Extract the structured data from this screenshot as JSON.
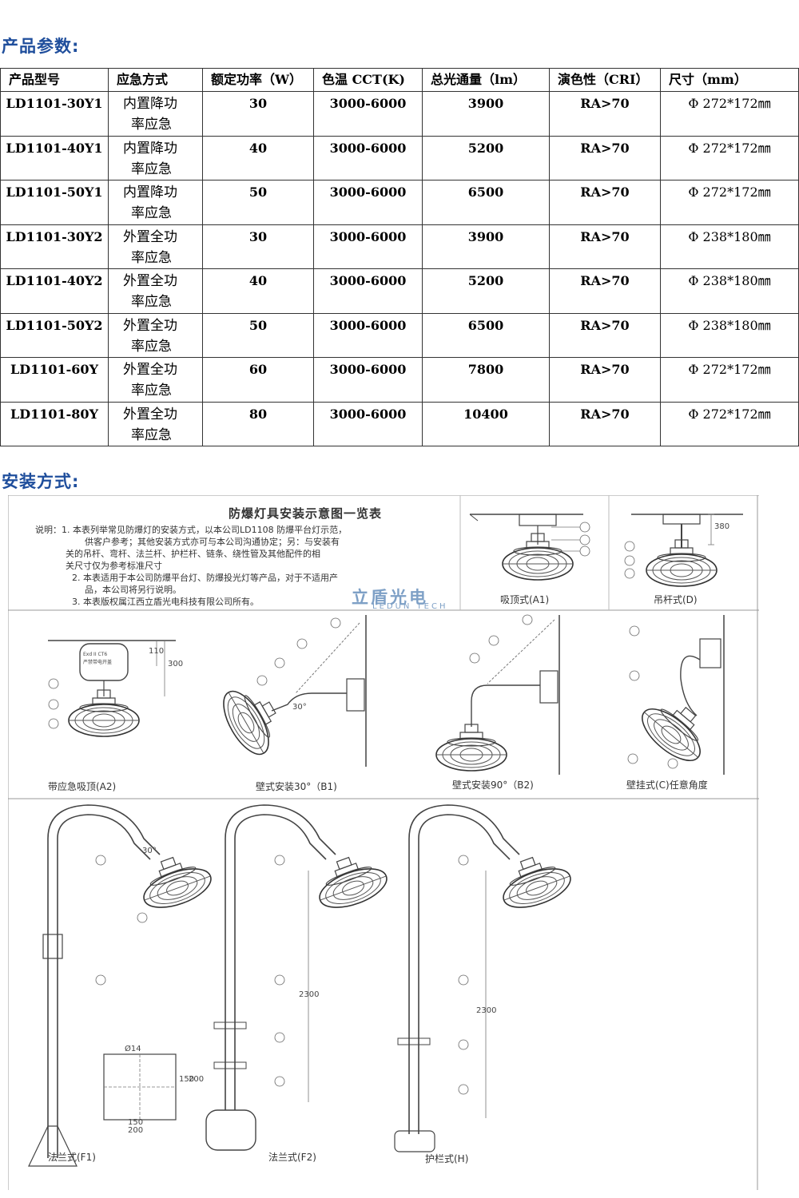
{
  "sections": {
    "params_title": "产品参数:",
    "install_title": "安装方式:"
  },
  "table": {
    "headers": [
      "产品型号",
      "应急方式",
      "额定功率（W）",
      "色温 CCT(K)",
      "总光通量（lm）",
      "演色性（CRI）",
      "尺寸（mm）"
    ],
    "rows": [
      {
        "model": "LD1101-30Y1",
        "mode1": "内置降功",
        "mode2": "率应急",
        "power": "30",
        "cct": "3000-6000",
        "lumen": "3900",
        "cri": "RA>70",
        "dim": "Φ 272*172㎜"
      },
      {
        "model": "LD1101-40Y1",
        "mode1": "内置降功",
        "mode2": "率应急",
        "power": "40",
        "cct": "3000-6000",
        "lumen": "5200",
        "cri": "RA>70",
        "dim": "Φ 272*172㎜"
      },
      {
        "model": "LD1101-50Y1",
        "mode1": "内置降功",
        "mode2": "率应急",
        "power": "50",
        "cct": "3000-6000",
        "lumen": "6500",
        "cri": "RA>70",
        "dim": "Φ 272*172㎜"
      },
      {
        "model": "LD1101-30Y2",
        "mode1": "外置全功",
        "mode2": "率应急",
        "power": "30",
        "cct": "3000-6000",
        "lumen": "3900",
        "cri": "RA>70",
        "dim": "Φ 238*180㎜"
      },
      {
        "model": "LD1101-40Y2",
        "mode1": "外置全功",
        "mode2": "率应急",
        "power": "40",
        "cct": "3000-6000",
        "lumen": "5200",
        "cri": "RA>70",
        "dim": "Φ 238*180㎜"
      },
      {
        "model": "LD1101-50Y2",
        "mode1": "外置全功",
        "mode2": "率应急",
        "power": "50",
        "cct": "3000-6000",
        "lumen": "6500",
        "cri": "RA>70",
        "dim": "Φ 238*180㎜"
      },
      {
        "model": "LD1101-60Y",
        "mode1": "外置全功",
        "mode2": "率应急",
        "power": "60",
        "cct": "3000-6000",
        "lumen": "7800",
        "cri": "RA>70",
        "dim": "Φ 272*172㎜"
      },
      {
        "model": "LD1101-80Y",
        "mode1": "外置全功",
        "mode2": "率应急",
        "power": "80",
        "cct": "3000-6000",
        "lumen": "10400",
        "cri": "RA>70",
        "dim": "Φ 272*172㎜"
      }
    ]
  },
  "diagram": {
    "title": "防爆灯具安装示意图一览表",
    "notes": [
      "说明：1. 本表列举常见防爆灯的安装方式，以本公司LD1108 防爆平台灯示范，",
      "供客户参考；其他安装方式亦可与本公司沟通协定；另：与安装有",
      "关的吊杆、弯杆、法兰杆、护栏杆、链条、绕性管及其他配件的相",
      "关尺寸仅为参考标准尺寸",
      "2. 本表适用于本公司防爆平台灯、防爆投光灯等产品，对于不适用产",
      "品，本公司将另行说明。",
      "3. 本表版权属江西立盾光电科技有限公司所有。"
    ],
    "brand_cn": "立盾光电",
    "brand_en": "LEDUN TECH",
    "captions": {
      "a1": "吸顶式(A1)",
      "d": "吊杆式(D)",
      "a2": "带应急吸顶(A2)",
      "b1": "壁式安装30°（B1)",
      "b2": "壁式安装90°（B2)",
      "c": "壁挂式(C)任意角度",
      "f1": "法兰式(F1)",
      "f2": "法兰式(F2)",
      "h": "护栏式(H)"
    },
    "box_label1": "Exd II CT6",
    "box_label2": "严禁带电开盖",
    "dims": {
      "d380": "380",
      "a2_300": "300",
      "a2_110": "110",
      "angle30": "30°",
      "angle30b": "30°",
      "h2300a": "2300",
      "h2300b": "2300",
      "phi14": "Ø14",
      "d150": "150",
      "d200": "200",
      "v150": "150",
      "v200": "200"
    }
  }
}
